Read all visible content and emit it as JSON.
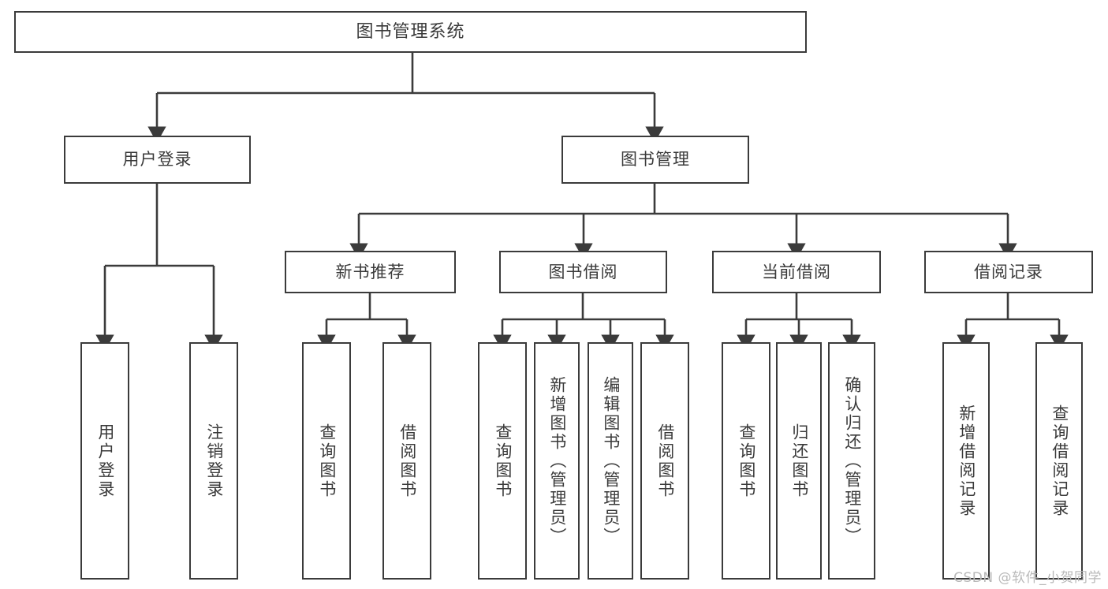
{
  "diagram": {
    "title": "图书管理系统",
    "type": "tree-hierarchy",
    "watermark": "CSDN @软件_小贺同学",
    "stroke_color": "#3b3b3b",
    "text_color": "#3a3a3a",
    "background_color": "#ffffff"
  },
  "nodes": {
    "root": {
      "label": "图书管理系统"
    },
    "level2": [
      {
        "label": "用户登录"
      },
      {
        "label": "图书管理"
      }
    ],
    "level3": [
      {
        "label": "新书推荐"
      },
      {
        "label": "图书借阅"
      },
      {
        "label": "当前借阅"
      },
      {
        "label": "借阅记录"
      }
    ],
    "leaves": {
      "user_login": [
        {
          "label": "用户登录"
        },
        {
          "label": "注销登录"
        }
      ],
      "new_book_rec": [
        {
          "label": "查询图书"
        },
        {
          "label": "借阅图书"
        }
      ],
      "book_borrow": [
        {
          "label": "查询图书"
        },
        {
          "label": "新增图书（管理员）"
        },
        {
          "label": "编辑图书（管理员）"
        },
        {
          "label": "借阅图书"
        }
      ],
      "current_borrow": [
        {
          "label": "查询图书"
        },
        {
          "label": "归还图书"
        },
        {
          "label": "确认归还（管理员）"
        }
      ],
      "borrow_record": [
        {
          "label": "新增借阅记录"
        },
        {
          "label": "查询借阅记录"
        }
      ]
    }
  }
}
